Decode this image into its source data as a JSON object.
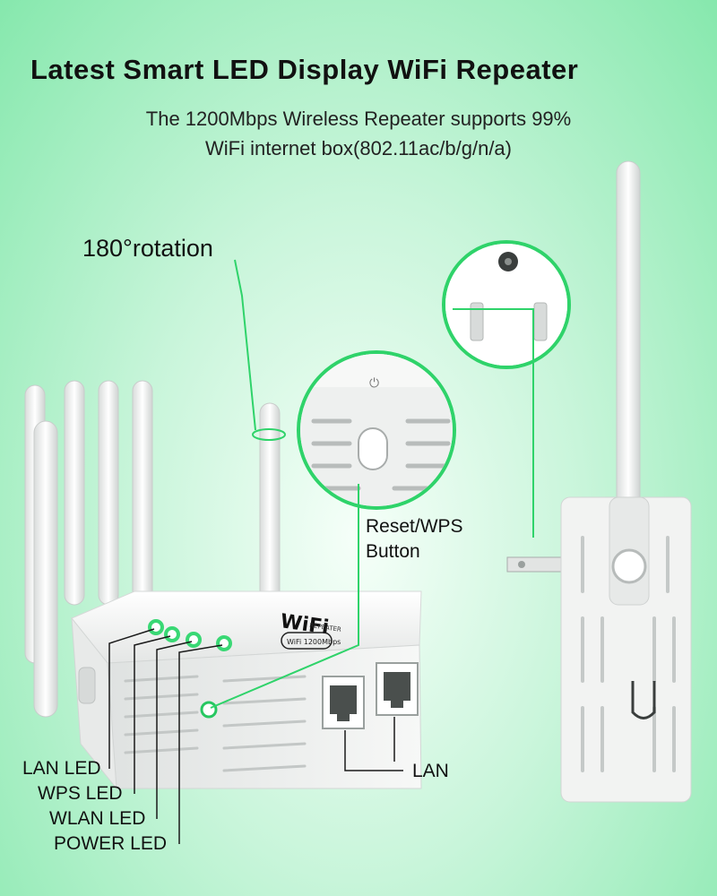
{
  "header": {
    "title": "Latest Smart LED Display WiFi Repeater",
    "subtitle_line1": "The 1200Mbps Wireless Repeater supports 99%",
    "subtitle_line2": "WiFi internet box(802.11ac/b/g/n/a)"
  },
  "callouts": {
    "rotation": "180°rotation",
    "reset_wps": "Reset/WPS",
    "reset_wps_2": "Button",
    "lan": "LAN",
    "lan_led": "LAN LED",
    "wps_led": "WPS LED",
    "wlan_led": "WLAN LED",
    "power_led": "POWER LED"
  },
  "device": {
    "logo_text": "WiFi",
    "logo_sub": "REPEATER",
    "badge_text": "WiFi 1200Mbps"
  },
  "colors": {
    "accent_green": "#2fd36a",
    "led_green": "#4fe88a",
    "device_white": "#f4f5f4",
    "callout_line": "#1a1a1a"
  }
}
